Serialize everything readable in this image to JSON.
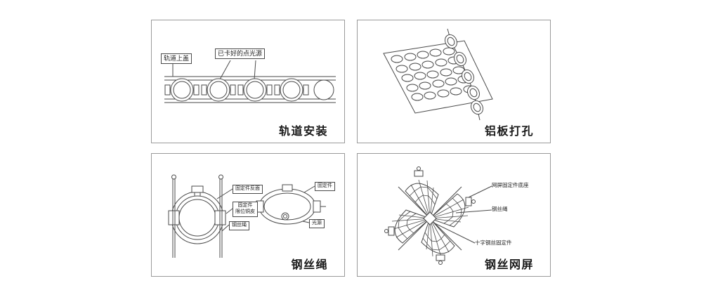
{
  "sheet": {
    "background": "#ffffff",
    "line_color": "#4a4a4a",
    "panel_border_color": "#9a9a9a"
  },
  "panels": [
    {
      "title": "轨道安装",
      "labels": {
        "track_top_cover": "轨道上盖",
        "clipped_point_lights": "已卡好的点光源"
      }
    },
    {
      "title": "铝板打孔",
      "labels": {}
    },
    {
      "title": "钢丝绳",
      "labels": {
        "fixture_back": "固定件反面",
        "fixture": "固定件",
        "fixture_limit_line1": "固定件",
        "fixture_limit_line2": "限位铜皮",
        "steel_wire": "钢丝绳",
        "light_source": "光源"
      }
    },
    {
      "title": "钢丝网屏",
      "labels": {
        "screen_fixture_base": "网屏固定件底座",
        "steel_wire": "钢丝绳",
        "cross_wire_fixture": "十字钢丝固定件"
      }
    }
  ]
}
